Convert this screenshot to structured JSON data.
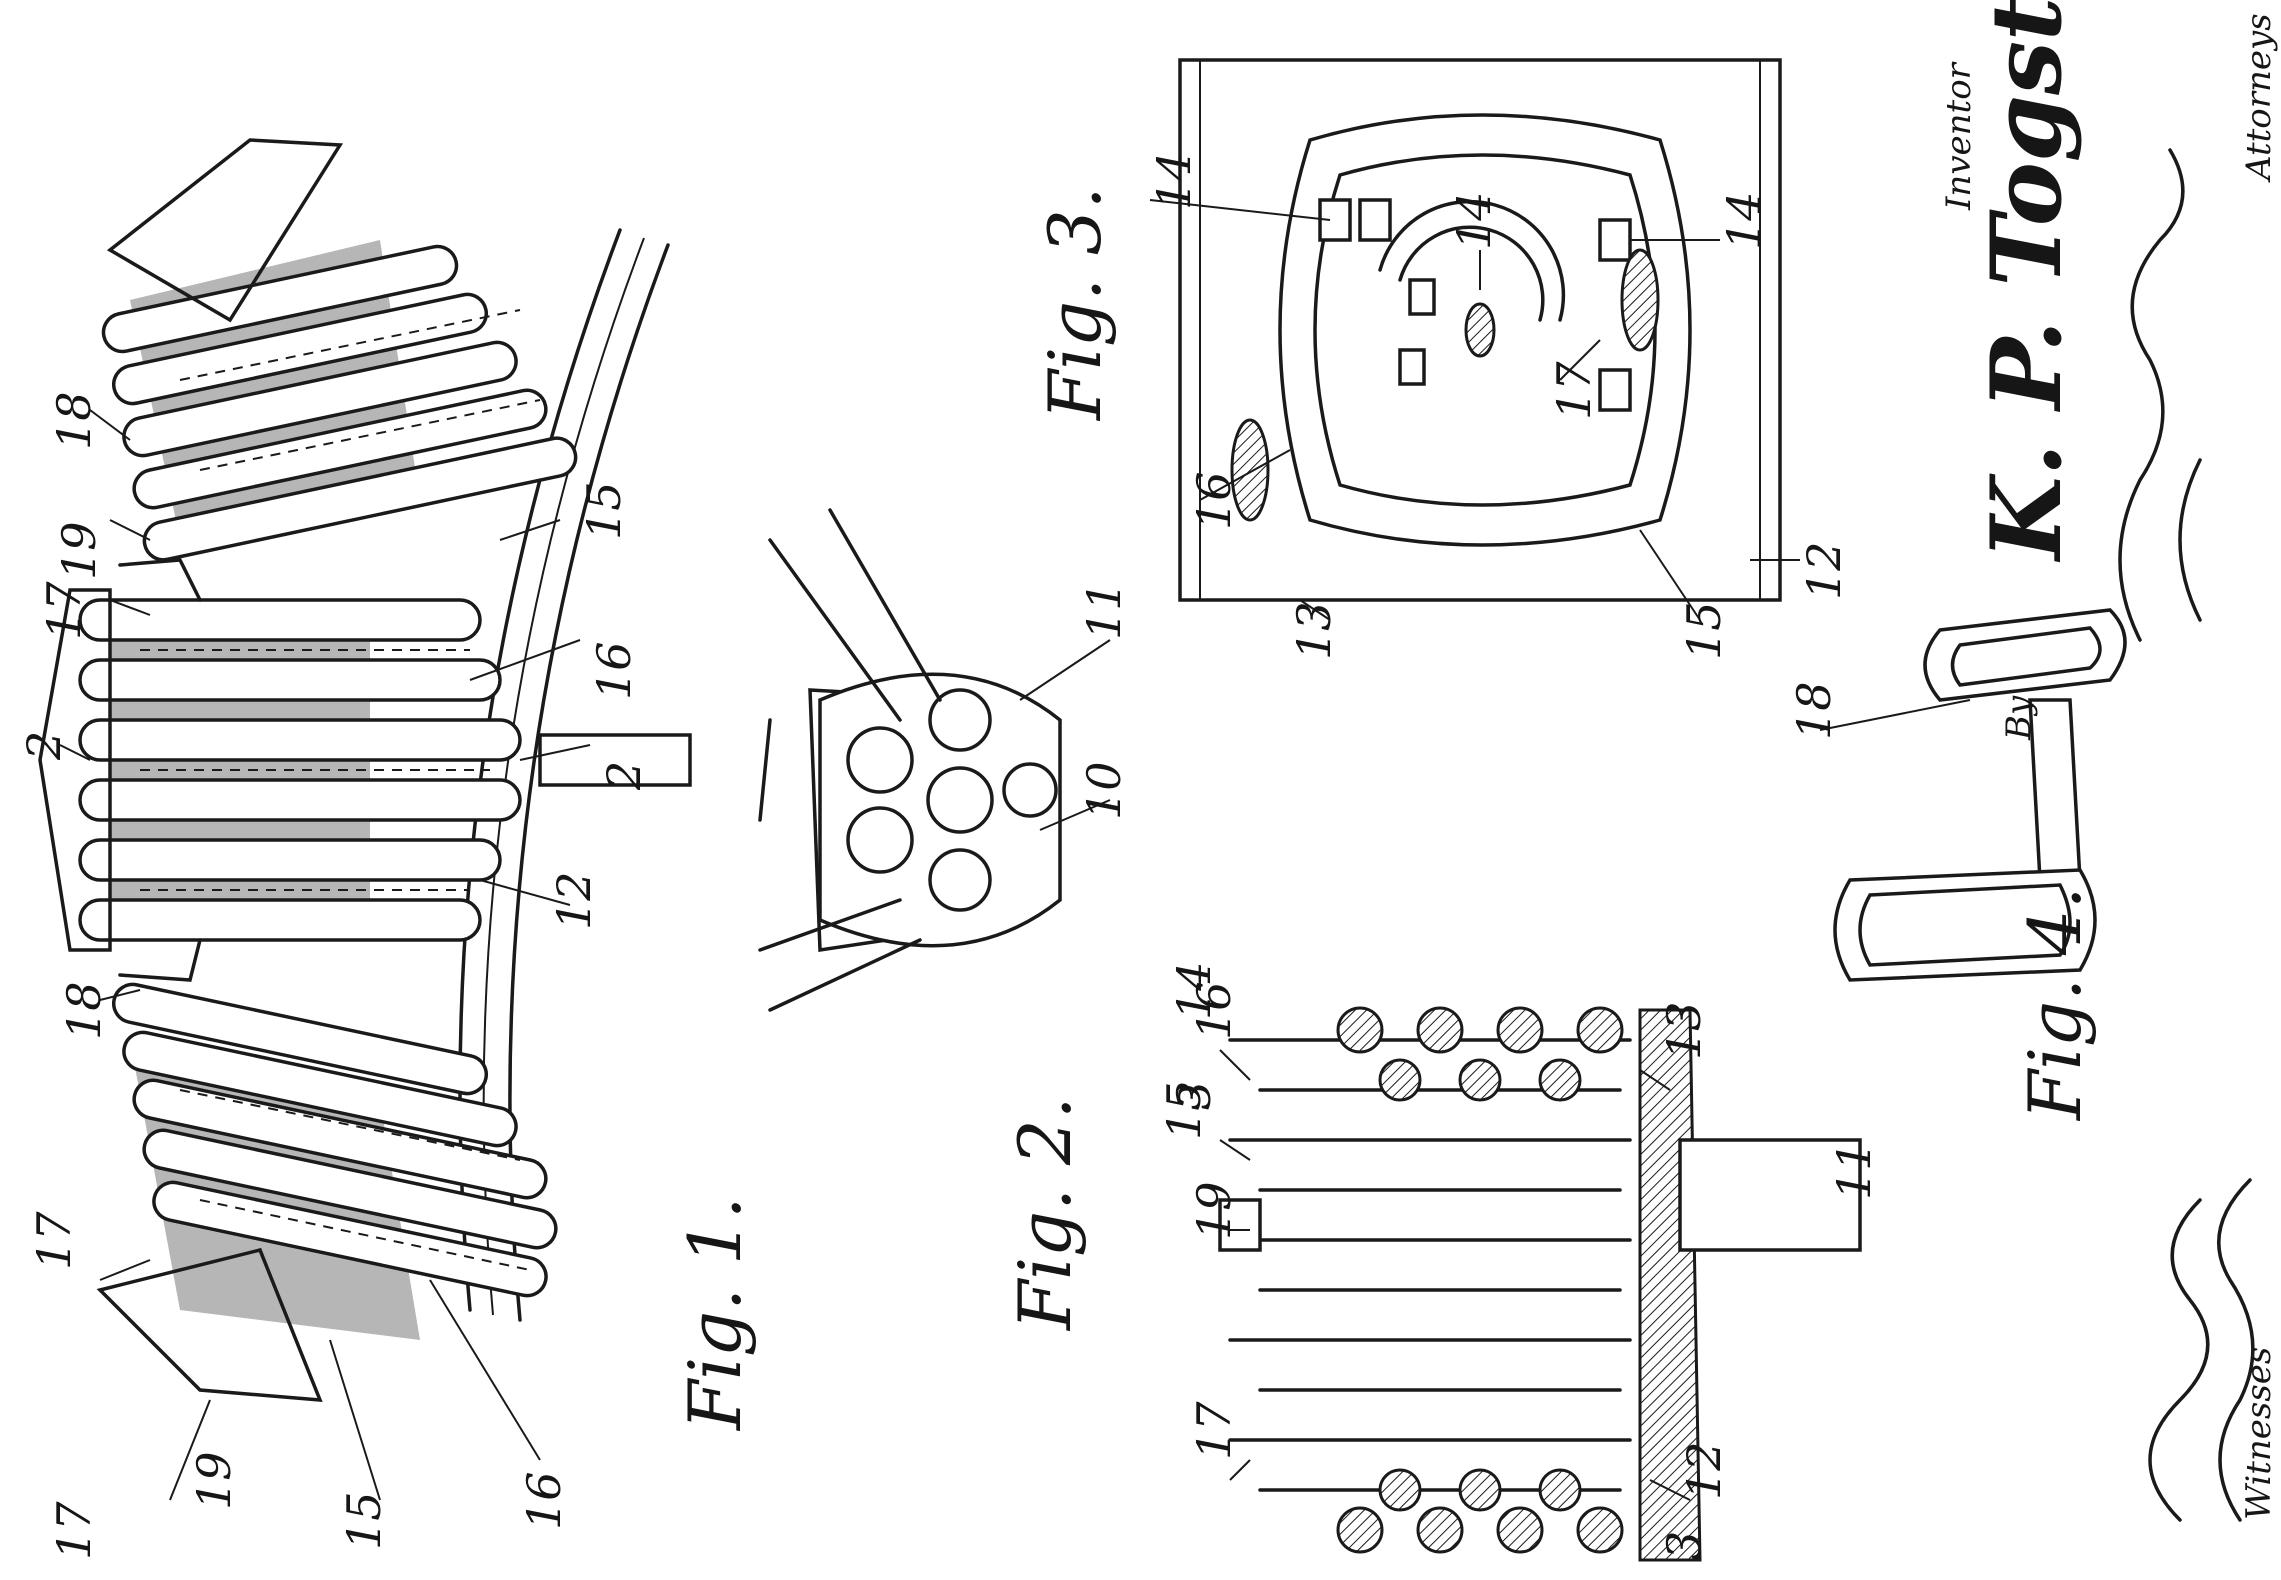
{
  "fig1": {
    "caption": "Fig. 1.",
    "labels": [
      "17",
      "2",
      "17",
      "19",
      "18",
      "15",
      "16",
      "2",
      "12",
      "18",
      "19",
      "17",
      "15",
      "16"
    ]
  },
  "fig2": {
    "caption": "Fig. 2.",
    "labels": [
      "11",
      "10"
    ]
  },
  "fig3": {
    "caption": "Fig. 3.",
    "labels": [
      "16",
      "14",
      "14",
      "14",
      "12",
      "17",
      "15",
      "13"
    ]
  },
  "fig2b": {
    "caption": "Fig. 2.",
    "labels": [
      "16",
      "15",
      "14",
      "3",
      "17",
      "19",
      "13",
      "11",
      "12",
      "3"
    ]
  },
  "fig4": {
    "caption": "Fig. 4.",
    "labels": [
      "18"
    ]
  },
  "signatures": {
    "inventor_caption": "Inventor",
    "inventor_name": "K. P. Togstad,",
    "by": "By",
    "attorneys_caption": "Attorneys",
    "witnesses_caption": "Witnesses"
  }
}
